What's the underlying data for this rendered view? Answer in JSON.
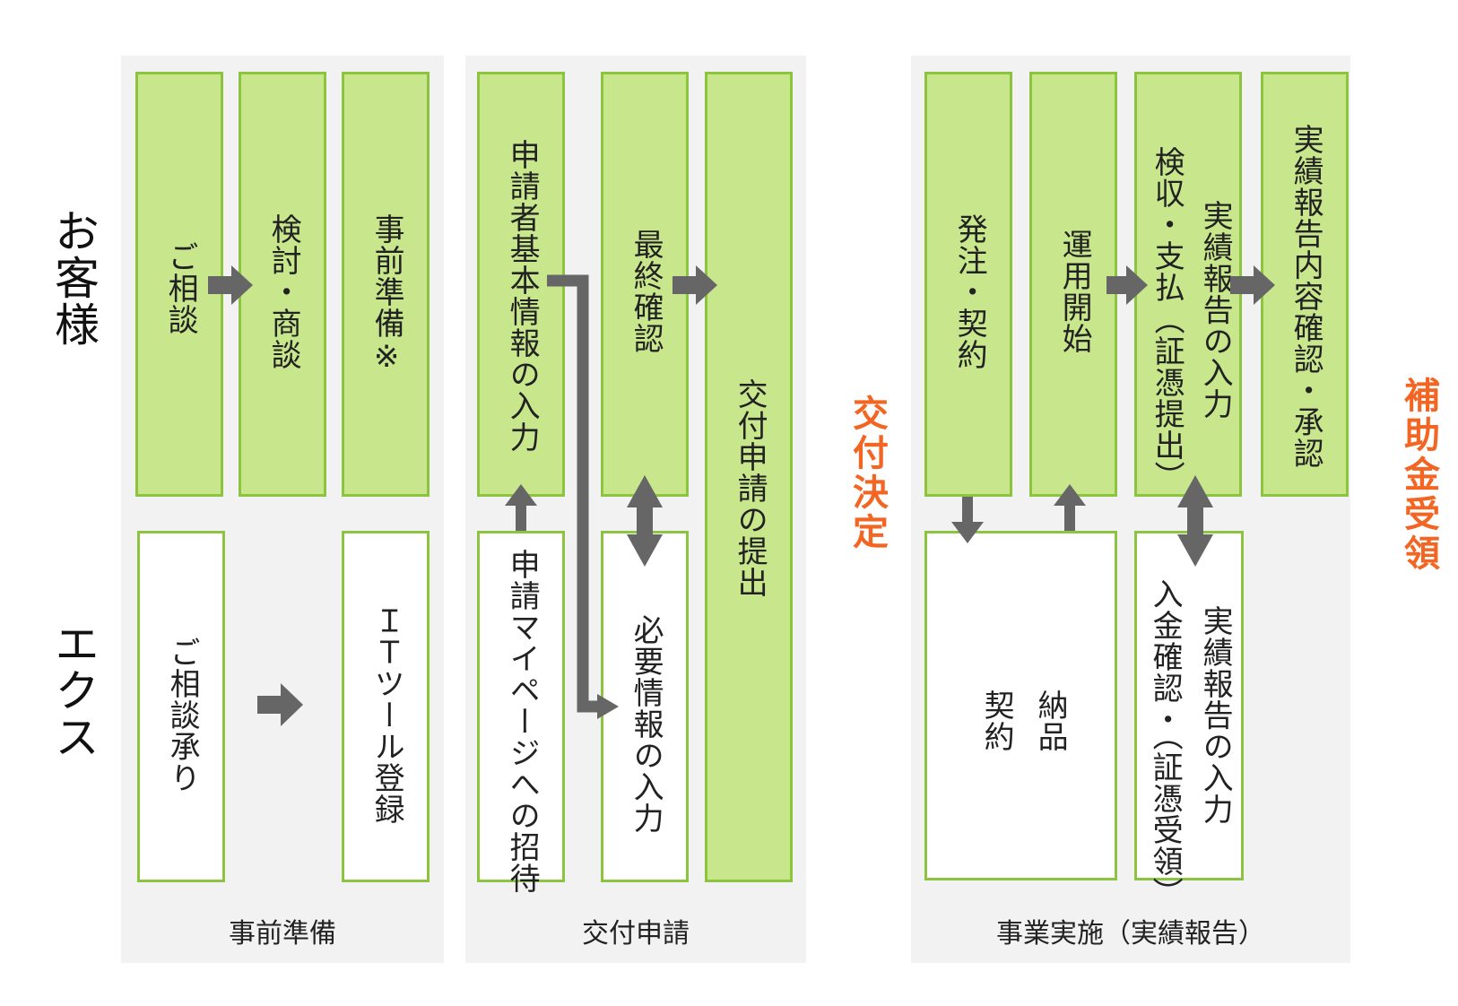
{
  "rows": {
    "customer": "お客様",
    "company": "エクス"
  },
  "phases": [
    {
      "label": "事前準備"
    },
    {
      "label": "交付申請"
    },
    {
      "label": "事業実施（実績報告）"
    }
  ],
  "milestones": {
    "grant_decision": "交付決定",
    "subsidy_receipt": "補助金受領"
  },
  "phase1": {
    "consult": "ご相談",
    "review": "検討・商談",
    "prep": "事前準備※",
    "consult_accept": "ご相談承り",
    "it_tool_reg": "ＩＴツール登録"
  },
  "phase2": {
    "applicant_input": "申請者基本情報の入力",
    "final_check": "最終確認",
    "submit": "交付申請の提出",
    "mypage_invite": "申請マイページへの招待",
    "required_input": "必要情報の入力"
  },
  "phase3": {
    "order_contract": "発注・契約",
    "start_operation": "運用開始",
    "inspect_pay_col1": "検収・支払",
    "inspect_pay_col2": "（証憑提出）",
    "report_input": "実績報告の入力",
    "report_approve": "実績報告内容確認・承認",
    "contract_col1": "納品",
    "contract_col2": "契約",
    "report_col1": "実績報告の入力",
    "report_col2": "入金確認・（証憑受領）"
  },
  "colors": {
    "box_green": "#c8e68c",
    "box_border": "#8cc43f",
    "arrow": "#666666",
    "milestone": "#f26522",
    "panel": "#f2f2f2"
  }
}
